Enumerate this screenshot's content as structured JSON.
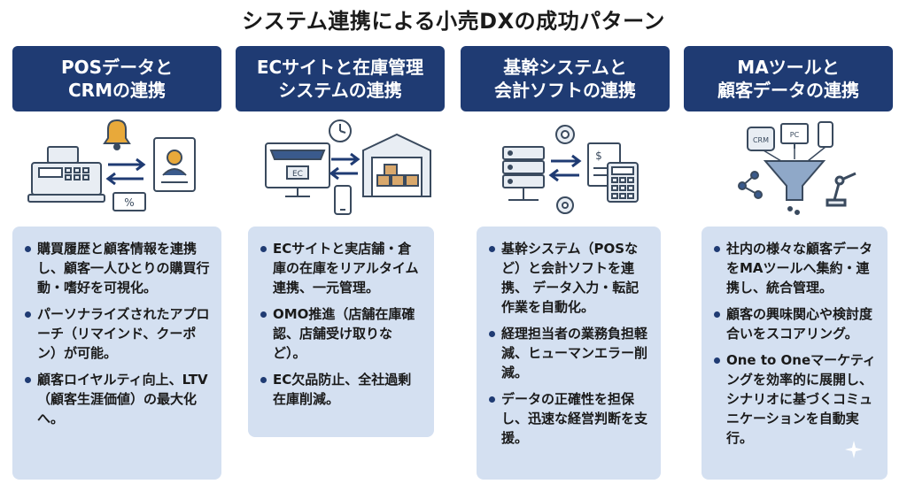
{
  "title": "システム連携による小売DXの成功パターン",
  "columns": [
    {
      "heading": "POSデータと\nCRMの連携",
      "icons": [
        "pos-register-icon",
        "bell-icon",
        "customer-profile-icon",
        "coupon-icon",
        "exchange-arrows-icon"
      ],
      "coupon_label": "%",
      "bullets": [
        "購買履歴と顧客情報を連携し、顧客一人ひとりの購買行動・嗜好を可視化。",
        "パーソナライズされたアプローチ（リマインド、クーポン）が可能。",
        "顧客ロイヤルティ向上、LTV（顧客生涯価値）の最大化へ。"
      ]
    },
    {
      "heading": "ECサイトと在庫管理\nシステムの連携",
      "icons": [
        "ec-monitor-icon",
        "clock-icon",
        "warehouse-icon",
        "smartphone-icon",
        "exchange-arrows-icon"
      ],
      "ec_label": "EC",
      "bullets": [
        "ECサイトと実店舗・倉庫の在庫をリアルタイム連携、一元管理。",
        "OMO推進（店舗在庫確認、店舗受け取りなど）。",
        "EC欠品防止、全社過剰在庫削減。"
      ]
    },
    {
      "heading": "基幹システムと\n会計ソフトの連携",
      "icons": [
        "server-icon",
        "gear-icon",
        "invoice-icon",
        "calculator-icon",
        "exchange-arrows-icon"
      ],
      "invoice_label": "$",
      "bullets": [
        "基幹システム（POSなど）と会計ソフトを連携、 データ入力・転記作業を自動化。",
        "経理担当者の業務負担軽減、ヒューマンエラー削減。",
        "データの正確性を担保し、迅速な経営判断を支援。"
      ]
    },
    {
      "heading": "MAツールと\n顧客データの連携",
      "icons": [
        "crm-database-icon",
        "pc-icon",
        "smartphone-icon",
        "funnel-icon",
        "network-icon",
        "robot-arm-icon"
      ],
      "crm_label": "CRM",
      "pc_label": "PC",
      "bullets": [
        "社内の様々な顧客データをMAツールへ集約・連携し、統合管理。",
        "顧客の興味関心や検討度合いをスコアリング。",
        "One to Oneマーケティングを効率的に展開し、シナリオに基づくコミュニケーションを自動実行。"
      ]
    }
  ],
  "colors": {
    "header": "#1f3b73",
    "panel": "#d4e0f1",
    "icon_stroke": "#3a4a5e",
    "icon_fill": "#e8edf3"
  }
}
